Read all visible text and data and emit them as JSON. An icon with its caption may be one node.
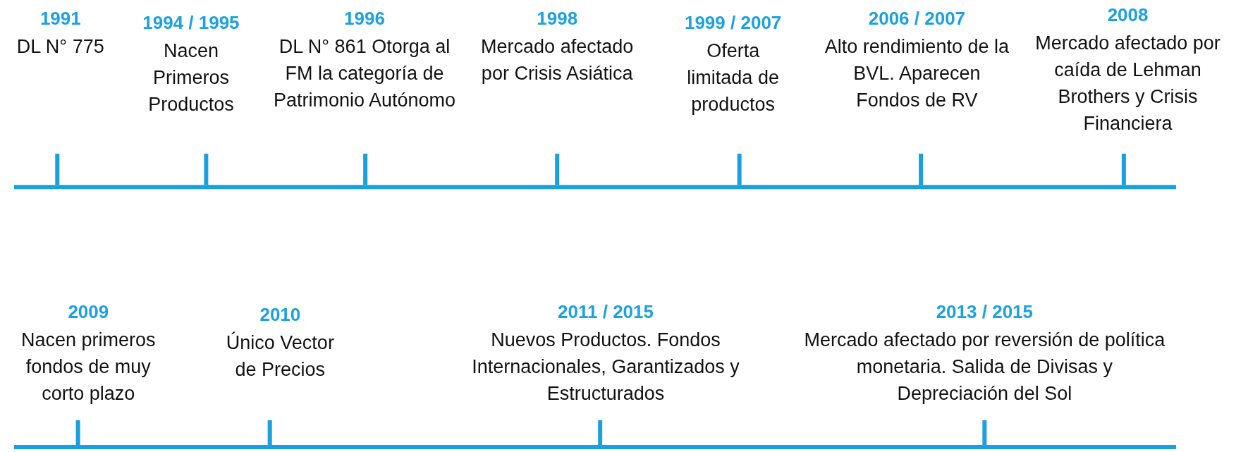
{
  "diagram": {
    "labels": [
      "1991",
      "DL N° 775",
      "1994 / 1995",
      "Nacen Primeros Productos",
      "1996",
      "DL N° 861 Otorga al FM la categoría de Patrimonio Autónomo",
      "1998",
      "Mercado afectado por Crisis Asiática",
      "1999 / 2007",
      "Oferta limitada de productos",
      "2006 / 2007",
      "Alto rendimiento de la BVL. Aparecen Fondos de RV",
      "2008",
      "Mercado afectado por caída de Lehman Brothers y Crisis Financiera",
      "2009",
      "Nacen primeros fondos de muy corto plazo",
      "2010",
      "Único Vector de Precios",
      "2011 / 2015",
      "Nuevos Productos. Fondos Internacionales, Garantizados y Estructurados",
      "2013 / 2015",
      "Mercado afectado por reversión de política monetaria. Salida de Divisas y Depreciación del Sol"
    ]
  }
}
